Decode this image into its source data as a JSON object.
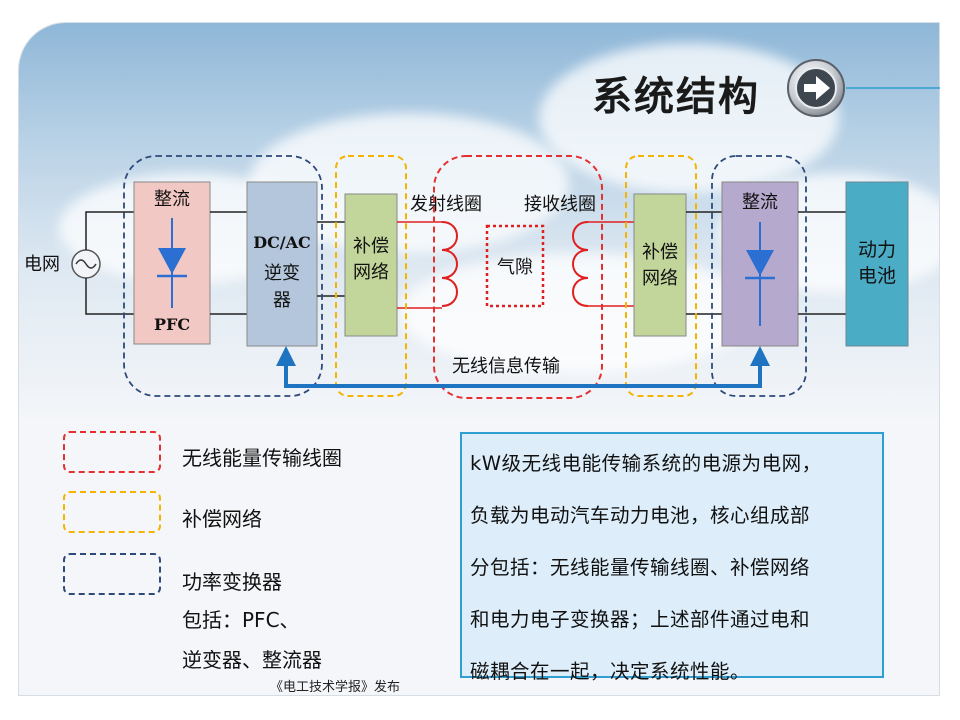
{
  "title": "系统结构",
  "title_nav_icon": "arrow-right-icon",
  "diagram": {
    "grid_label": "电网",
    "rectifier_left": {
      "top": "整流",
      "bottom": "PFC"
    },
    "inverter": {
      "line1": "DC/AC",
      "line2": "逆变",
      "line3": "器"
    },
    "comp_left": {
      "line1": "补偿",
      "line2": "网络"
    },
    "tx_coil_label": "发射线圈",
    "rx_coil_label": "接收线圈",
    "air_gap_label": "气隙",
    "comp_right": {
      "line1": "补偿",
      "line2": "网络"
    },
    "rectifier_right": {
      "top": "整流"
    },
    "battery": {
      "line1": "动力",
      "line2": "电池"
    },
    "wireless_info_label": "无线信息传输",
    "colors": {
      "red_dash": "#e53030",
      "yellow_dash": "#f5b400",
      "blue_dash": "#2e4a7a",
      "arrow_blue": "#1f74c2",
      "rect_fill": "#f2c8c4",
      "inv_fill": "#b4c6dc",
      "comp_fill": "#c2d69b",
      "rect2_fill": "#b6a9ce",
      "batt_fill": "#4bacc6",
      "coil": "#e02020",
      "diode": "#2a6fd1"
    }
  },
  "legend": {
    "red_label": "无线能量传输线圈",
    "yellow_label": "补偿网络",
    "blue_label_line1": "功率变换器",
    "blue_label_line2": "包括：PFC、",
    "blue_label_line3": "逆变器、整流器"
  },
  "info_box": {
    "line1": "kW级无线电能传输系统的电源为电网，",
    "line2": "负载为电动汽车动力电池，核心组成部",
    "line3": "分包括：无线能量传输线圈、补偿网络",
    "line4": "和电力电子变换器；上述部件通过电和",
    "line5": "磁耦合在一起，决定系统性能。"
  },
  "source": "《电工技术学报》发布"
}
